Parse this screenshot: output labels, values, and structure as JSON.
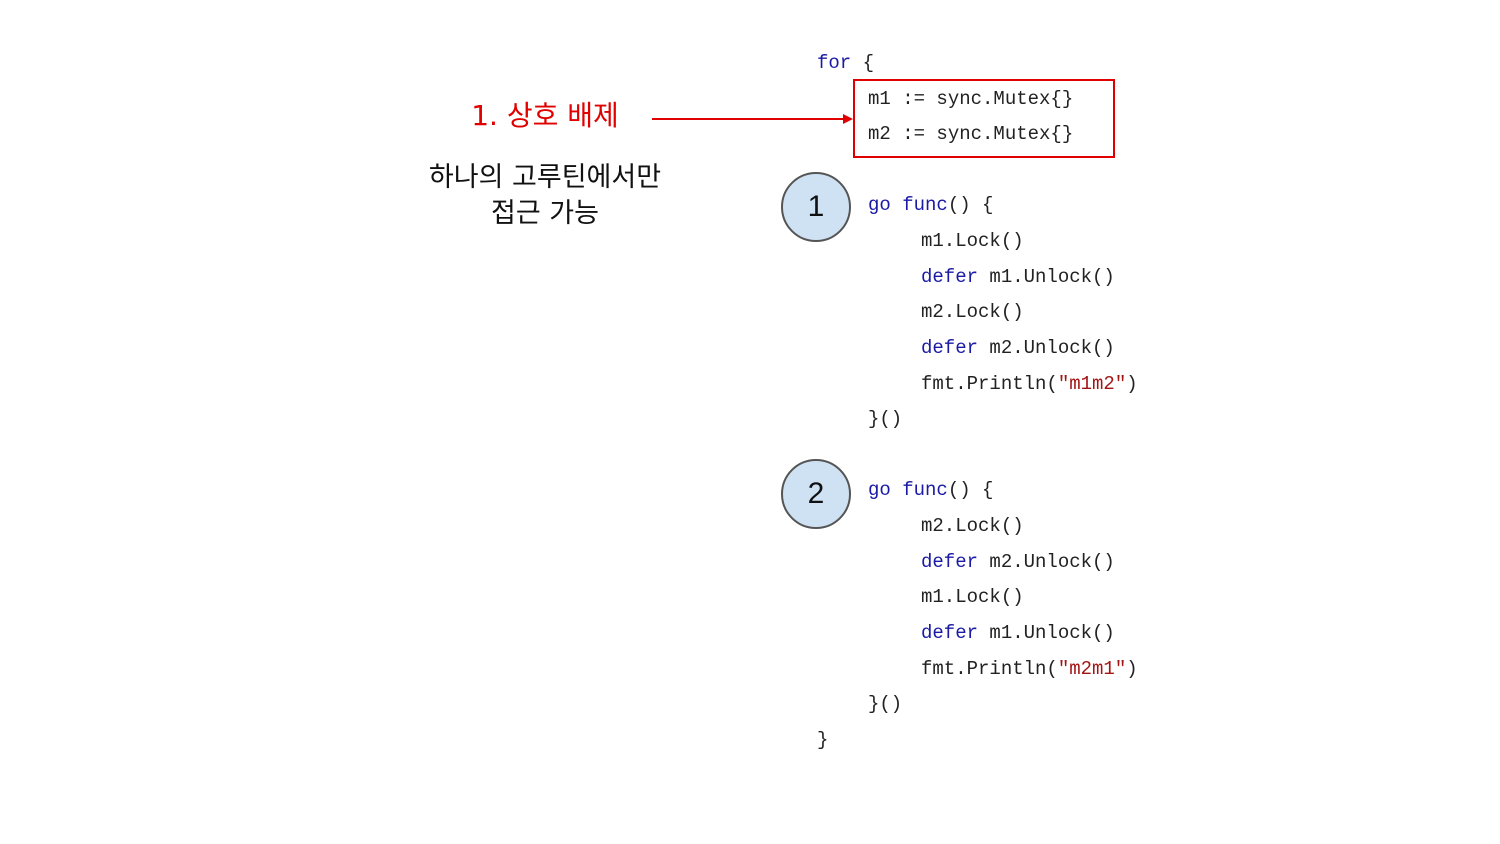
{
  "annotation": {
    "title": "1. 상호 배제",
    "description_line1": "하나의 고루틴에서만",
    "description_line2": "접근 가능"
  },
  "badges": [
    "1",
    "2"
  ],
  "code": {
    "for_kw": "for",
    "for_open": " {",
    "closing_brace": "}",
    "mutex_lines": [
      "m1 := sync.Mutex{}",
      "m2 := sync.Mutex{}"
    ],
    "go_kw": "go",
    "func_kw": "func",
    "func_open": "() {",
    "func_close": "}()",
    "defer_kw": "defer",
    "goroutine1": {
      "lock1": "m1.Lock()",
      "unlock1": " m1.Unlock()",
      "lock2": "m2.Lock()",
      "unlock2": " m2.Unlock()",
      "print_prefix": "fmt.Println(",
      "print_str": "\"m1m2\"",
      "print_suffix": ")"
    },
    "goroutine2": {
      "lock1": "m2.Lock()",
      "unlock1": " m2.Unlock()",
      "lock2": "m1.Lock()",
      "unlock2": " m1.Unlock()",
      "print_prefix": "fmt.Println(",
      "print_str": "\"m2m1\"",
      "print_suffix": ")"
    }
  },
  "colors": {
    "highlight": "#e00000",
    "keyword": "#1a1aa6",
    "string": "#a31515",
    "badge_fill": "#cfe2f3"
  }
}
